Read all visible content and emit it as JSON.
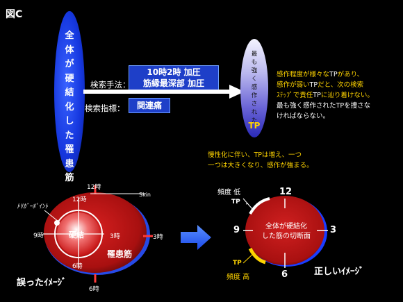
{
  "figure_label": "図C",
  "vertical_label": "全体が硬結化した罹患筋",
  "search_method_label": "検索手法：",
  "search_method_box": [
    "10時2時 加圧",
    "筋縁最深部 加圧"
  ],
  "search_index_label": "検索指標：",
  "search_index_box": "関連痛",
  "tp_ellipse_text": "最も強く感作された",
  "tp_ellipse_label": "TP",
  "note_lines": [
    [
      {
        "t": "感作程度が様々な",
        "y": true
      },
      {
        "t": "TP",
        "y": false
      },
      {
        "t": "があり、",
        "y": true
      }
    ],
    [
      {
        "t": "感作が弱い",
        "y": true
      },
      {
        "t": "TP",
        "y": false
      },
      {
        "t": "だと、次の検索",
        "y": true
      }
    ],
    [
      {
        "t": "ｽﾃｯﾌﾟで責任",
        "y": true
      },
      {
        "t": "TP",
        "y": false
      },
      {
        "t": "に辿り着けない。",
        "y": true
      }
    ],
    [
      {
        "t": "最も強く感作された",
        "y": false
      },
      {
        "t": "TP",
        "y": false
      },
      {
        "t": "を捜さな",
        "y": false
      }
    ],
    [
      {
        "t": "ければならない。",
        "y": false
      }
    ]
  ],
  "chronic_lines": [
    "慢性化に伴い、TPは増え、一つ",
    "一つは大きくなり、感作が強まる。"
  ],
  "left_diagram": {
    "clock_12": "12時",
    "clock_12_inner": "12時",
    "clock_3_inner": "3時",
    "clock_3_outer": "3時",
    "clock_6_inner": "6時",
    "clock_6_outer": "6時",
    "clock_9": "9時",
    "skin": "Skin",
    "trigger_point": "ﾄﾘｶﾞｰﾎﾟｲﾝﾄ",
    "core": "硬結",
    "muscle": "罹患筋",
    "caption": "誤ったｲﾒｰｼﾞ"
  },
  "right_diagram": {
    "freq_low": "頻度  低",
    "tp_top": "TP",
    "n12": "12",
    "n9": "9",
    "n3": "3",
    "n6": "6",
    "center_lines": [
      "全体が硬結化",
      "した筋の切断面"
    ],
    "tp_bottom": "TP",
    "freq_high": "頻度  高",
    "caption": "正しいｲﾒｰｼﾞ"
  },
  "colors": {
    "blue_ellipse": "#1638e0",
    "box_blue": "#1e3fc8",
    "muscle_red": "#b81818",
    "yellow": "#ffd400",
    "arrow_blue": "#2f6bff"
  }
}
